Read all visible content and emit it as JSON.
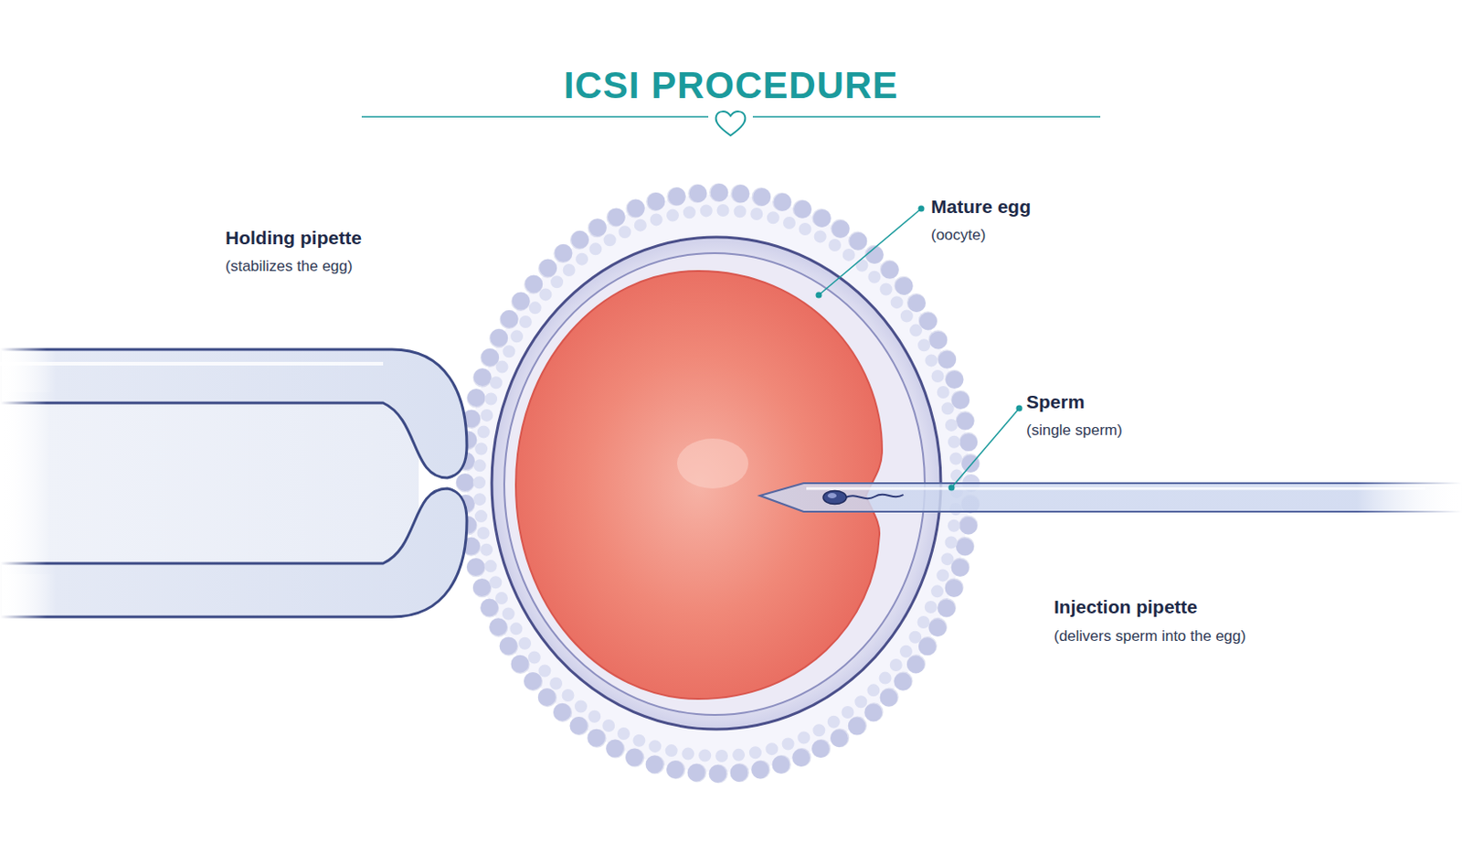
{
  "diagram": {
    "title": "ICSI PROCEDURE",
    "labels": [
      "Holding pipette",
      "(stabilizes the egg)",
      "Mature egg",
      "(oocyte)",
      "Sperm",
      "(single sperm)",
      "Injection pipette",
      "(delivers sperm into the egg)"
    ]
  }
}
